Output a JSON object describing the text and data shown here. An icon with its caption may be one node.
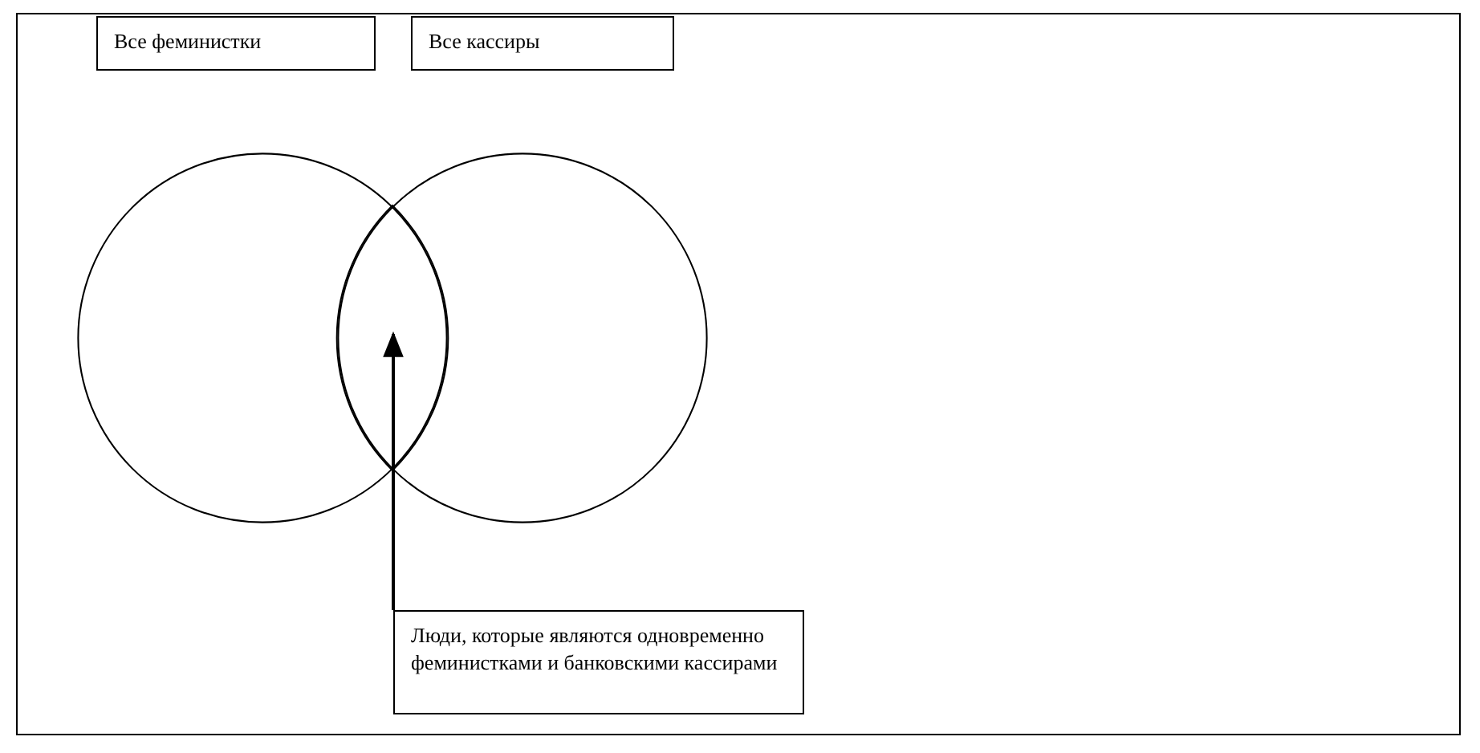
{
  "diagram": {
    "nodes": [
      {
        "text": [
          "Все феминистки"
        ]
      },
      {
        "text": [
          "Все кассиры"
        ]
      },
      {
        "text": [],
        "shape": "circle"
      },
      {
        "text": [],
        "shape": "circle"
      },
      {
        "text": [],
        "shape": "lens"
      },
      {
        "text": [
          "Люди, которые являются одновременно феминистками и банковскими кассирами"
        ]
      }
    ],
    "edges": [
      {
        "from": 5,
        "to": 4,
        "arrow": "to"
      }
    ]
  }
}
